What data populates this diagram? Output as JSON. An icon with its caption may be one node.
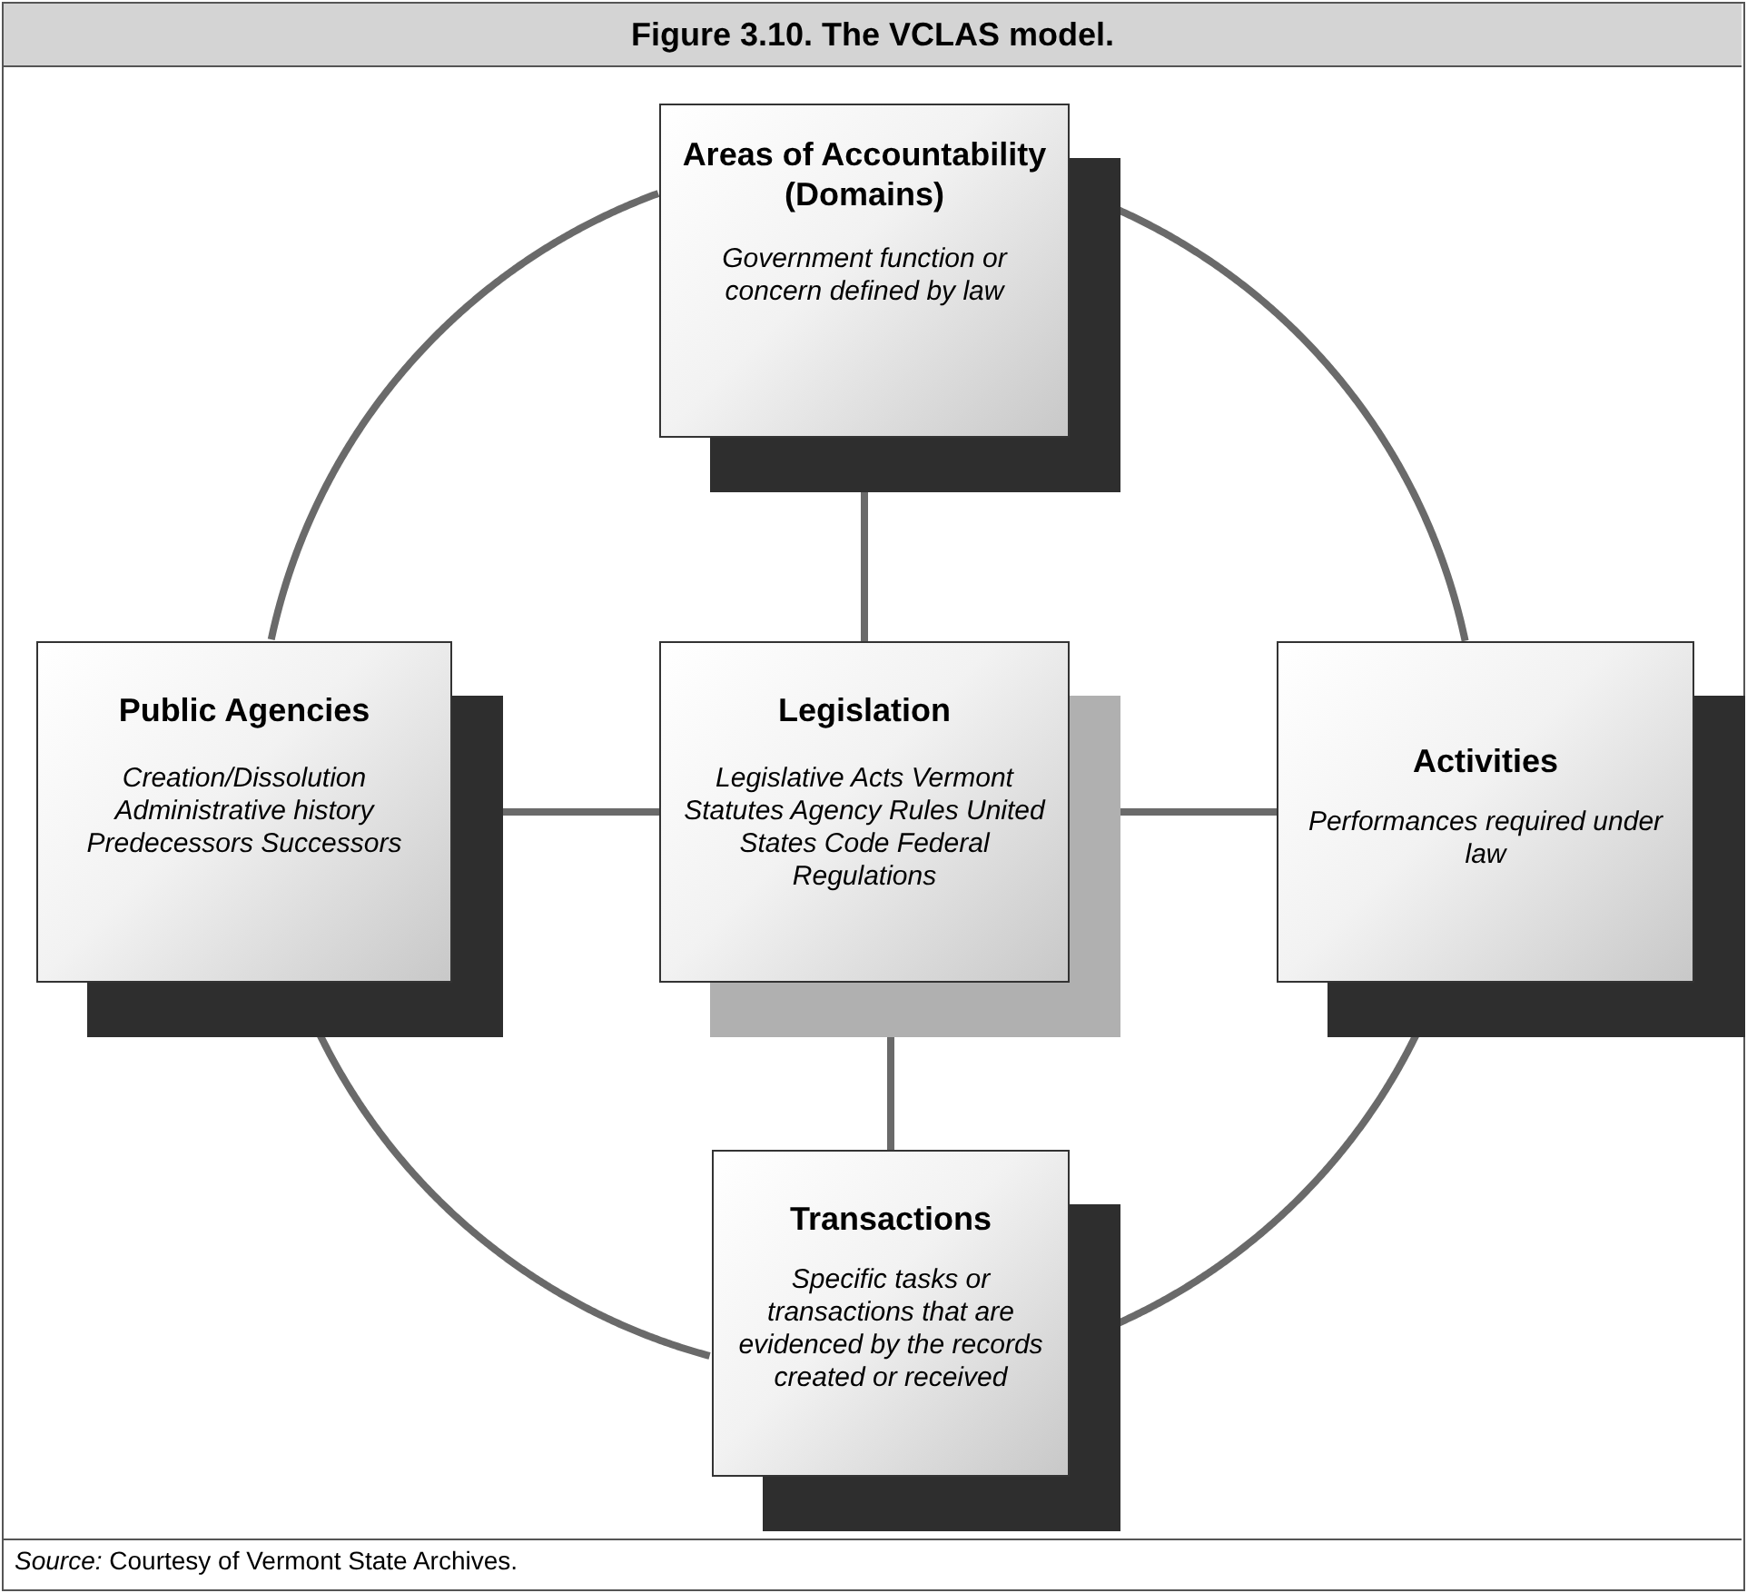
{
  "diagram": {
    "title": "Figure 3.10. The VCLAS model.",
    "caption": "*Source:* Courtesy of Vermont State Archives.",
    "nodes": [
      {
        "text": [
          "Areas of Accountability (Domains)",
          "Government function or concern defined by law"
        ]
      },
      {
        "text": [
          "Public Agencies",
          "Creation/Dissolution Administrative history Predecessors Successors"
        ]
      },
      {
        "text": [
          "Legislation",
          "Legislative Acts Vermont Statutes Agency Rules United States Code Federal Regulations"
        ]
      },
      {
        "text": [
          "Activities",
          "Performances required under law"
        ]
      },
      {
        "text": [
          "Transactions",
          "Specific tasks or transactions that are evidenced by the records created or received"
        ]
      }
    ],
    "edges": [
      {
        "from": 2,
        "to": 0,
        "arrow": "none"
      },
      {
        "from": 1,
        "to": 2,
        "arrow": "none"
      },
      {
        "from": 2,
        "to": 3,
        "arrow": "none"
      },
      {
        "from": 2,
        "to": 4,
        "arrow": "none"
      },
      {
        "from": 0,
        "to": 1,
        "arrow": "none"
      },
      {
        "from": 0,
        "to": 3,
        "arrow": "none"
      },
      {
        "from": 1,
        "to": 4,
        "arrow": "none"
      },
      {
        "from": 3,
        "to": 4,
        "arrow": "none"
      }
    ]
  }
}
